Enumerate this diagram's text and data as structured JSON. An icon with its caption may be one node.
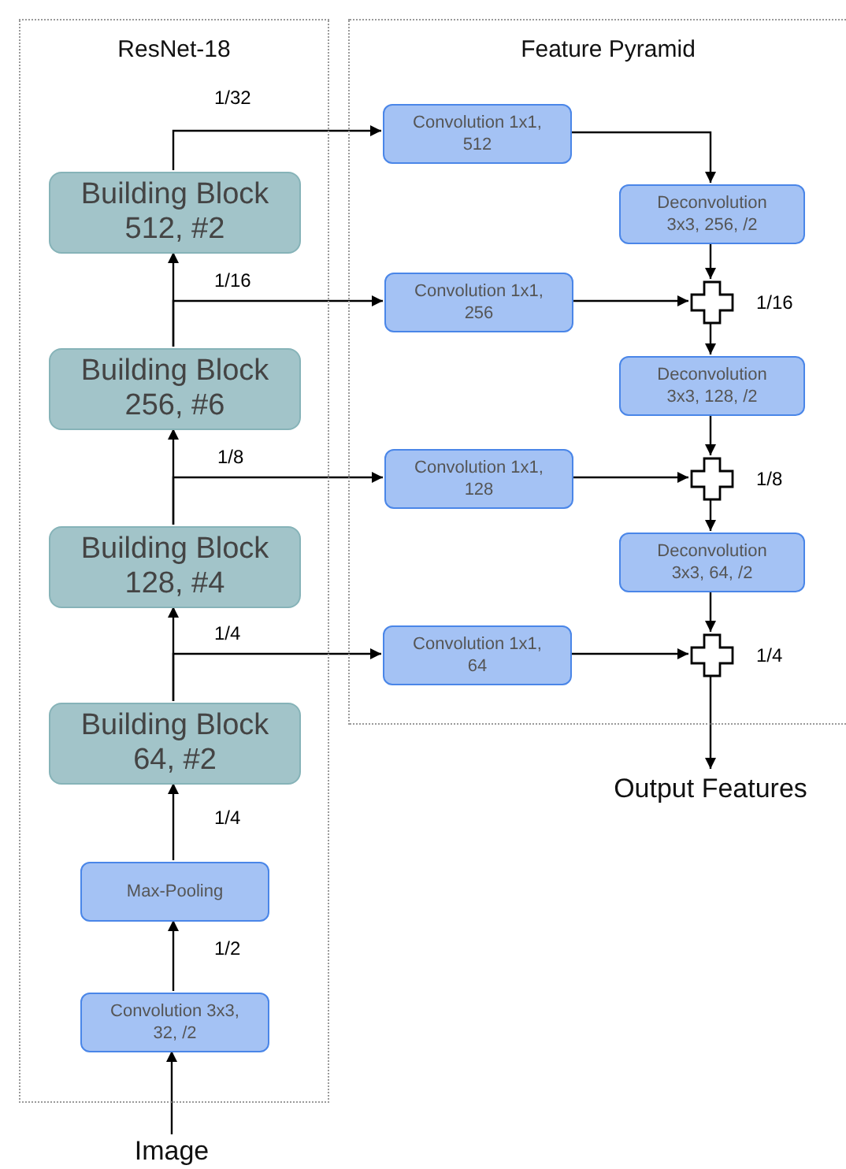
{
  "diagram": {
    "nodes": [
      {
        "text": [
          "ResNet-18"
        ]
      },
      {
        "text": [
          "Feature Pyramid"
        ]
      },
      {
        "text": [
          "Building Block 512, #2"
        ],
        "in": 0
      },
      {
        "text": [
          "Building Block 256, #6"
        ],
        "in": 0
      },
      {
        "text": [
          "Building Block 128, #4"
        ],
        "in": 0
      },
      {
        "text": [
          "Building Block 64, #2"
        ],
        "in": 0
      },
      {
        "text": [
          "Max-Pooling"
        ],
        "in": 0
      },
      {
        "text": [
          "Convolution 3x3, 32, /2"
        ],
        "in": 0
      },
      {
        "text": [
          "Convolution 1x1, 512"
        ],
        "in": 1
      },
      {
        "text": [
          "Deconvolution 3x3, 256, /2"
        ],
        "in": 1
      },
      {
        "text": [
          "Convolution 1x1, 256"
        ],
        "in": 1
      },
      {
        "text": [],
        "shape": "plus",
        "beside": [
          "1/16"
        ],
        "in": 1
      },
      {
        "text": [
          "Deconvolution 3x3, 128, /2"
        ],
        "in": 1
      },
      {
        "text": [
          "Convolution 1x1, 128"
        ],
        "in": 1
      },
      {
        "text": [],
        "shape": "plus",
        "beside": [
          "1/8"
        ],
        "in": 1
      },
      {
        "text": [
          "Deconvolution 3x3, 64, /2"
        ],
        "in": 1
      },
      {
        "text": [
          "Convolution 1x1, 64"
        ],
        "in": 1
      },
      {
        "text": [],
        "shape": "plus",
        "beside": [
          "1/4"
        ],
        "in": 1
      },
      {
        "text": [
          "Output Features"
        ]
      },
      {
        "text": [
          "Image"
        ]
      }
    ],
    "edges": [
      {
        "from": 19,
        "to": 7,
        "arrow": "to"
      },
      {
        "from": 7,
        "to": 6,
        "arrow": "to",
        "label": "1/2"
      },
      {
        "from": 6,
        "to": 5,
        "arrow": "to",
        "label": "1/4"
      },
      {
        "from": 5,
        "to": 4,
        "arrow": "to"
      },
      {
        "from": 5,
        "to": 16,
        "arrow": "to",
        "label": "1/4"
      },
      {
        "from": 4,
        "to": 3,
        "arrow": "to"
      },
      {
        "from": 4,
        "to": 13,
        "arrow": "to",
        "label": "1/8"
      },
      {
        "from": 3,
        "to": 2,
        "arrow": "to"
      },
      {
        "from": 3,
        "to": 10,
        "arrow": "to",
        "label": "1/16"
      },
      {
        "from": 2,
        "to": 8,
        "arrow": "to",
        "label": "1/32"
      },
      {
        "from": 8,
        "to": 9,
        "arrow": "to"
      },
      {
        "from": 9,
        "to": 11,
        "arrow": "to"
      },
      {
        "from": 10,
        "to": 11,
        "arrow": "to"
      },
      {
        "from": 11,
        "to": 12,
        "arrow": "to"
      },
      {
        "from": 12,
        "to": 14,
        "arrow": "to"
      },
      {
        "from": 13,
        "to": 14,
        "arrow": "to"
      },
      {
        "from": 14,
        "to": 15,
        "arrow": "to"
      },
      {
        "from": 15,
        "to": 17,
        "arrow": "to"
      },
      {
        "from": 16,
        "to": 17,
        "arrow": "to"
      },
      {
        "from": 17,
        "to": 18,
        "arrow": "to"
      }
    ]
  }
}
